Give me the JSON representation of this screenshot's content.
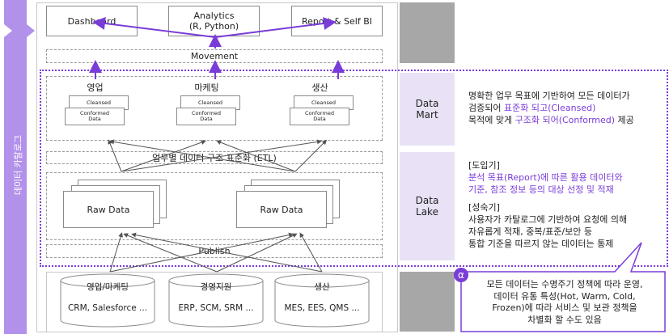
{
  "sidebar": {
    "label": "데이터 카탈로그"
  },
  "consumers": {
    "dashboard": "Dashboard",
    "analytics_line1": "Analytics",
    "analytics_line2": "(R, Python)",
    "report": "Report & Self BI"
  },
  "movement": "Movement",
  "marts": [
    {
      "title": "영업",
      "cleansed": "Cleansed",
      "conformed1": "Conformed",
      "conformed2": "Data"
    },
    {
      "title": "마케팅",
      "cleansed": "Cleansed",
      "conformed1": "Conformed",
      "conformed2": "Data"
    },
    {
      "title": "생산",
      "cleansed": "Cleansed",
      "conformed1": "Conformed",
      "conformed2": "Data"
    }
  ],
  "etl": "업무별 데이터 구조 표준화 (ETL)",
  "raw": [
    "Raw Data",
    "Raw Data"
  ],
  "publish": "Publish",
  "sources": [
    {
      "title": "영업/마케팅",
      "systems": "CRM, Salesforce ..."
    },
    {
      "title": "경영지원",
      "systems": "ERP, SCM, SRM ..."
    },
    {
      "title": "생산",
      "systems": "MES, EES, QMS ..."
    }
  ],
  "datamart": {
    "label1": "Data",
    "label2": "Mart",
    "line1": "명확한 업무 목표에 기반하여 모든 데이터가",
    "line2_prefix": "검증되어 ",
    "line2_highlight": "표준화 되고(Cleansed)",
    "line3_prefix": "목적에 맞게 ",
    "line3_highlight": "구조화 되어(Conformed)",
    "line3_suffix": " 제공"
  },
  "datalake": {
    "label1": "Data",
    "label2": "Lake",
    "intro_head": "[도입기]",
    "intro1": "분석 목표(Report)에 따른 활용 데이터와",
    "intro2": "기준, 참조 정보 등의 대상 선정 및 적재",
    "mature_head": "[성숙기]",
    "mature1": "사용자가 카탈로그에 기반하여 요청에 의해",
    "mature2": "자유롭게 적재, 중복/표준/보안 등",
    "mature3": "통합 기준을 따르지 않는 데이터는 통제"
  },
  "callout": {
    "badge": "α",
    "line1": "모든 데이터는 수명주기 정책에 따라 운영,",
    "line2": "데이터 유통 특성(Hot, Warm, Cold,",
    "line3": "Frozen)에 따라 서비스 및 보관 정책을",
    "line4": "차별화 할 수도 있음"
  },
  "colors": {
    "accent": "#7a3cd8",
    "sidebar": "#a47ee6",
    "panel_grey": "#a7a7a7",
    "panel_lav": "#e9e2f6"
  }
}
